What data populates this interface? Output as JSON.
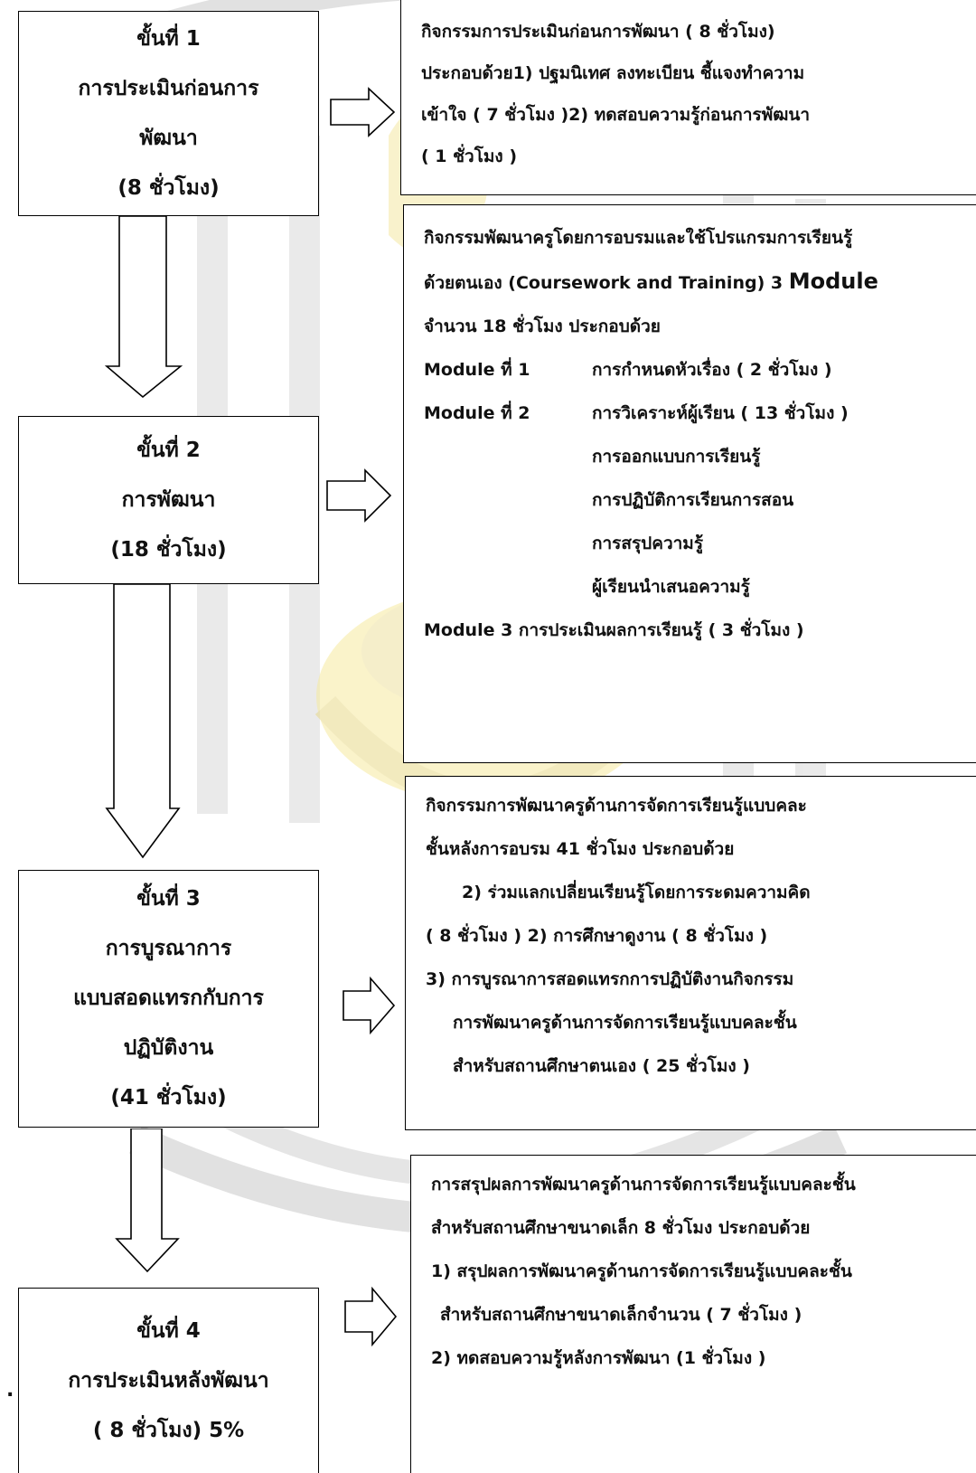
{
  "steps": [
    {
      "title": "ขั้นที่ 1",
      "name_line1": "การประเมินก่อนการ",
      "name_line2": "พัฒนา",
      "hours": "(8 ชั่วโมง)"
    },
    {
      "title": "ขั้นที่ 2",
      "name": "การพัฒนา",
      "hours": "(18 ชั่วโมง)"
    },
    {
      "title": "ขั้นที่ 3",
      "name_line1": "การบูรณาการ",
      "name_line2": "แบบสอดแทรกกับการ",
      "name_line3": "ปฏิบัติงาน",
      "hours": "(41 ชั่วโมง)"
    },
    {
      "title": "ขั้นที่ 4",
      "name": "การประเมินหลังพัฒนา",
      "hours": "( 8 ชั่วโมง) 5%"
    }
  ],
  "details": {
    "step1": {
      "line1": "กิจกรรมการประเมินก่อนการพัฒนา ( 8 ชั่วโมง)",
      "line2": "ประกอบด้วย1) ปฐมนิเทศ ลงทะเบียน ชี้แจงทำความ",
      "line3": "เข้าใจ ( 7 ชั่วโมง )2) ทดสอบความรู้ก่อนการพัฒนา",
      "line4": "( 1 ชั่วโมง )"
    },
    "step2": {
      "line1": "กิจกรรมพัฒนาครูโดยการอบรมและใช้โปรแกรมการเรียนรู้",
      "line2a": "ด้วยตนเอง (Coursework and Training)  3",
      "line2b": "Module",
      "line3": "จำนวน 18 ชั่วโมง ประกอบด้วย",
      "m1_key": "Module ที่ 1",
      "m1_val": "การกำหนดหัวเรื่อง ( 2 ชั่วโมง )",
      "m2_key": "Module ที่ 2",
      "m2_val": "การวิเคราะห์ผู้เรียน ( 13 ชั่วโมง )",
      "m2_sub1": "การออกแบบการเรียนรู้",
      "m2_sub2": "การปฏิบัติการเรียนการสอน",
      "m2_sub3": "การสรุปความรู้",
      "m2_sub4": "ผู้เรียนนำเสนอความรู้",
      "m3": "Module 3  การประเมินผลการเรียนรู้ ( 3 ชั่วโมง )"
    },
    "step3": {
      "line1": "กิจกรรมการพัฒนาครูด้านการจัดการเรียนรู้แบบคละ",
      "line2": "ชั้นหลังการอบรม  41 ชั่วโมง  ประกอบด้วย",
      "line3": "2)   ร่วมแลกเปลี่ยนเรียนรู้โดยการระดมความคิด",
      "line4": "( 8 ชั่วโมง ) 2) การศึกษาดูงาน ( 8 ชั่วโมง )",
      "line5": "3) การบูรณาการสอดแทรกการปฏิบัติงานกิจกรรม",
      "line6": "การพัฒนาครูด้านการจัดการเรียนรู้แบบคละชั้น",
      "line7": "สำหรับสถานศึกษาตนเอง ( 25 ชั่วโมง )"
    },
    "step4": {
      "line1": "การสรุปผลการพัฒนาครูด้านการจัดการเรียนรู้แบบคละชั้น",
      "line2": "สำหรับสถานศึกษาขนาดเล็ก  8 ชั่วโมง  ประกอบด้วย",
      "line3": "1) สรุปผลการพัฒนาครูด้านการจัดการเรียนรู้แบบคละชั้น",
      "line4": "สำหรับสถานศึกษาขนาดเล็กจำนวน ( 7 ชั่วโมง )",
      "line5": "2) ทดสอบความรู้หลังการพัฒนา (1 ชั่วโมง )"
    }
  },
  "stray_mark": ".",
  "colors": {
    "border": "#000000",
    "watermark_gray": "#d9d9d9",
    "watermark_yellow": "#f6e9a8"
  }
}
